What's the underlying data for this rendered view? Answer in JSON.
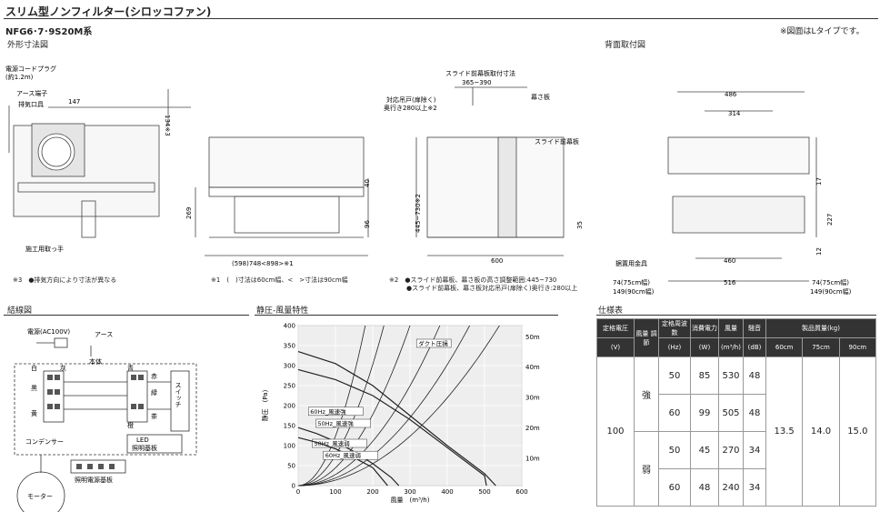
{
  "header": {
    "title": "スリム型ノンフィルター(シロッコファン)",
    "model": "NFG6･7･9S20M系",
    "note_top": "※図面はLタイプです。"
  },
  "sections": {
    "outline": "外形寸法図",
    "rear": "背面取付図",
    "wiring": "結線図",
    "pq": "静圧-風量特性",
    "spec": "仕様表"
  },
  "outline": {
    "cord": "電源コードプラグ",
    "cord_len": "(約1.2m)",
    "earth": "アース端子",
    "exhaust": "排気口具",
    "d147": "147",
    "d134": "134※3",
    "d269": "269",
    "d40": "40",
    "d96": "96",
    "width_dims": "(598)748<898>※1",
    "construction": "施工用取っ手",
    "slide": "スライド前幕板取付寸法",
    "slide_range": "365~390",
    "back_rail": "対応吊戸(扉除く)",
    "back_depth": "奥行き280以上※2",
    "top_plate": "幕さ板",
    "slide_front": "スライド前幕板",
    "d445": "445~730※2",
    "d35": "35",
    "d600": "600",
    "note3": "※3　●排気方向により寸法が異なる",
    "note1": "※1　(　)寸法は60cm幅、<　>寸法は90cm幅",
    "note2a": "※2　●スライド前幕板、幕さ板の高さ調整範囲:445~730",
    "note2b": "●スライド前幕板、幕さ板対応吊戸(扉除く)奥行き:280以上"
  },
  "rear": {
    "d486": "486",
    "d314": "314",
    "d17": "17",
    "d227": "227",
    "d12": "12",
    "d460": "460",
    "d516": "516",
    "hanger": "据置用金具",
    "d74l": "74(75cm幅)",
    "d149l": "149(90cm幅)",
    "d74r": "74(75cm幅)",
    "d149r": "149(90cm幅)"
  },
  "wiring": {
    "power": "電源(AC100V)",
    "earth": "アース",
    "body": "本体",
    "white": "白",
    "gray": "灰",
    "black": "黒",
    "yellow": "黄",
    "red": "赤",
    "blue": "青",
    "green": "緑",
    "orange": "橙",
    "brown": "茶",
    "capacitor": "コンデンサー",
    "motor": "モーター",
    "led": "LED",
    "led_board": "照明基板",
    "switch": "スイッチ",
    "power_board": "照明電源基板"
  },
  "chart_data": {
    "type": "line",
    "xlabel": "風量　(m³/h)",
    "ylabel": "静圧　(Pa)",
    "x_ticks": [
      0,
      100,
      200,
      300,
      400,
      500,
      600
    ],
    "y_ticks": [
      0,
      50,
      100,
      150,
      200,
      250,
      300,
      350,
      400
    ],
    "xlim": [
      0,
      600
    ],
    "ylim": [
      0,
      400
    ],
    "right_ticks": [
      "10m",
      "20m",
      "30m",
      "40m",
      "50m"
    ],
    "series": [
      {
        "name": "60Hz_風速強",
        "points": [
          [
            0,
            335
          ],
          [
            100,
            305
          ],
          [
            200,
            250
          ],
          [
            300,
            175
          ],
          [
            400,
            100
          ],
          [
            500,
            30
          ],
          [
            530,
            0
          ]
        ]
      },
      {
        "name": "50Hz_風速強",
        "points": [
          [
            0,
            290
          ],
          [
            100,
            265
          ],
          [
            200,
            225
          ],
          [
            300,
            165
          ],
          [
            400,
            95
          ],
          [
            500,
            25
          ],
          [
            505,
            0
          ]
        ]
      },
      {
        "name": "50Hz_風速弱",
        "points": [
          [
            0,
            145
          ],
          [
            50,
            130
          ],
          [
            100,
            110
          ],
          [
            150,
            85
          ],
          [
            200,
            55
          ],
          [
            250,
            20
          ],
          [
            270,
            0
          ]
        ]
      },
      {
        "name": "60Hz_風速弱",
        "points": [
          [
            0,
            120
          ],
          [
            50,
            108
          ],
          [
            100,
            92
          ],
          [
            150,
            70
          ],
          [
            200,
            45
          ],
          [
            240,
            0
          ]
        ]
      },
      {
        "name": "ダクト圧損",
        "points": []
      }
    ],
    "duct_label": "ダクト圧損",
    "grid": true
  },
  "spec": {
    "h": [
      "定格電圧",
      "風量 調節",
      "定格周波数",
      "消費電力",
      "風量",
      "騒音",
      "製品質量(kg)"
    ],
    "units": [
      "(V)",
      "",
      "(Hz)",
      "(W)",
      "(m³/h)",
      "(dB)",
      "60cm",
      "75cm",
      "90cm"
    ],
    "voltage": "100",
    "strong": "強",
    "weak": "弱",
    "rows": [
      [
        "50",
        "85",
        "530",
        "48"
      ],
      [
        "60",
        "99",
        "505",
        "48"
      ],
      [
        "50",
        "45",
        "270",
        "34"
      ],
      [
        "60",
        "48",
        "240",
        "34"
      ]
    ],
    "weights": [
      "13.5",
      "14.0",
      "15.0"
    ]
  }
}
